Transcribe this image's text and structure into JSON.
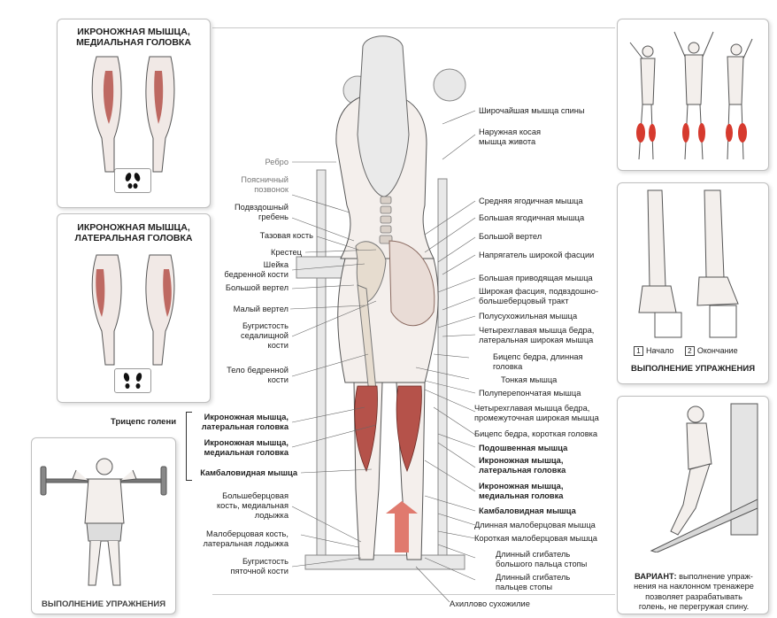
{
  "left_panels": {
    "medial_title": "ИКРОНОЖНАЯ МЫШЦА,\nМЕДИАЛЬНАЯ ГОЛОВКА",
    "lateral_title": "ИКРОНОЖНАЯ МЫШЦА,\nЛАТЕРАЛЬНАЯ ГОЛОВКА",
    "triceps_label": "Трицепс голени",
    "exercise_caption": "ВЫПОЛНЕНИЕ УПРАЖНЕНИЯ"
  },
  "left_labels": [
    "Ребро",
    "Поясничный\nпозвонок",
    "Подвздошный\nгребень",
    "Тазовая кость",
    "Крестец",
    "Шейка\nбедренной кости",
    "Большой вертел",
    "Малый вертел",
    "Бугристость\nседалищной\nкости",
    "Тело бедренной\nкости",
    "Икроножная мышца,\nлатеральная головка",
    "Икроножная мышца,\nмедиальная головка",
    "Камбаловидная мышца",
    "Большеберцовая\nкость, медиальная\nлодыжка",
    "Малоберцовая кость,\nлатеральная лодыжка",
    "Бугристость\nпяточной кости"
  ],
  "right_labels": [
    "Широчайшая мышца спины",
    "Наружная косая\nмышца живота",
    "Средняя ягодичная мышца",
    "Большая ягодичная мышца",
    "Большой вертел",
    "Напрягатель широкой фасции",
    "Большая приводящая мышца",
    "Широкая фасция, подвздошно-\nбольшеберцовый тракт",
    "Полусухожильная мышца",
    "Четырехглавая мышца бедра,\nлатеральная широкая мышца",
    "Бицепс бедра, длинная\nголовка",
    "Тонкая мышца",
    "Полуперепончатая мышца",
    "Четырехглавая мышца бедра,\nпромежуточная широкая мышца",
    "Бицепс бедра, короткая головка",
    "Подошвенная мышца",
    "Икроножная мышца,\nлатеральная головка",
    "Икроножная мышца,\nмедиальная головка",
    "Камбаловидная мышца",
    "Длинная малоберцовая мышца",
    "Короткая малоберцовая мышца",
    "Длинный сгибатель\nбольшого пальца стопы",
    "Длинный сгибатель\nпальцев стопы",
    "Ахиллово сухожилие"
  ],
  "right_panels": {
    "start": "Начало",
    "end": "Окончание",
    "step1": "1",
    "step2": "2",
    "exercise_caption": "ВЫПОЛНЕНИЕ УПРАЖНЕНИЯ",
    "variant_bold": "ВАРИАНТ:",
    "variant_text": " выполнение упраж-\nнения на наклонном тренажере\nпозволяет разрабатывать\nголень, не перегружая спину."
  },
  "colors": {
    "muscle": "#b5524a",
    "highlight": "#d63a2e",
    "arrow": "#e07a6e"
  }
}
